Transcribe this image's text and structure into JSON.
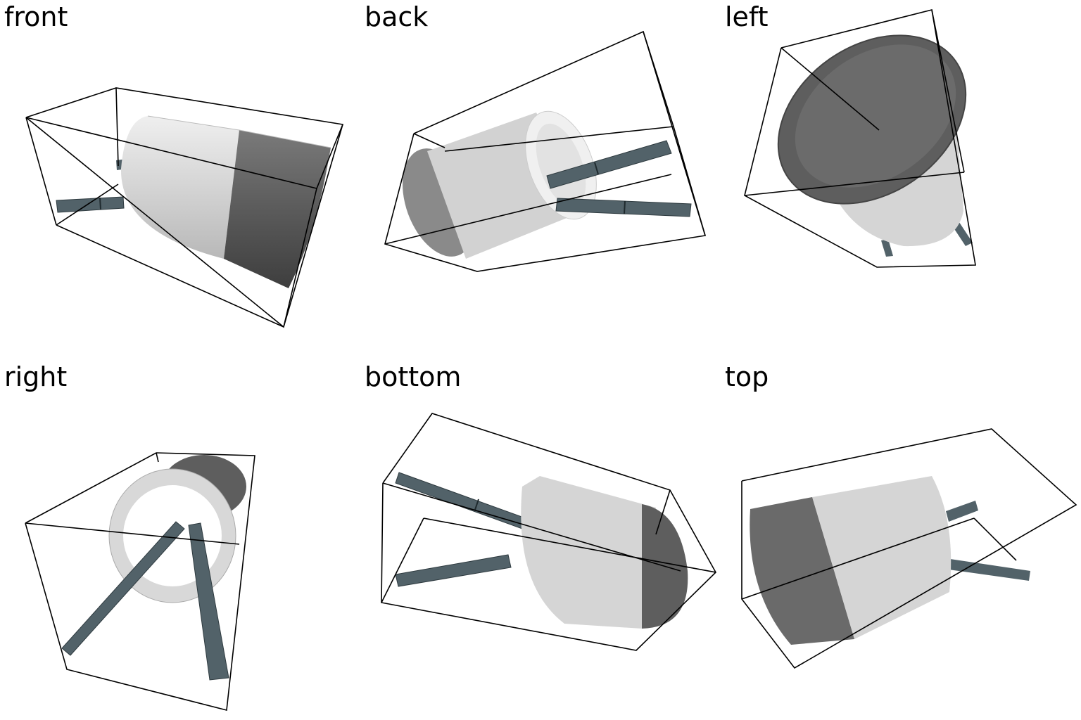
{
  "views": [
    {
      "id": "front",
      "label": "front"
    },
    {
      "id": "back",
      "label": "back"
    },
    {
      "id": "left",
      "label": "left"
    },
    {
      "id": "right",
      "label": "right"
    },
    {
      "id": "bottom",
      "label": "bottom"
    },
    {
      "id": "top",
      "label": "top"
    }
  ],
  "colors": {
    "body_light": "#d6d6d6",
    "body_dark": "#5e5e5e",
    "stick": "#4f6068",
    "outline": "#000000"
  }
}
